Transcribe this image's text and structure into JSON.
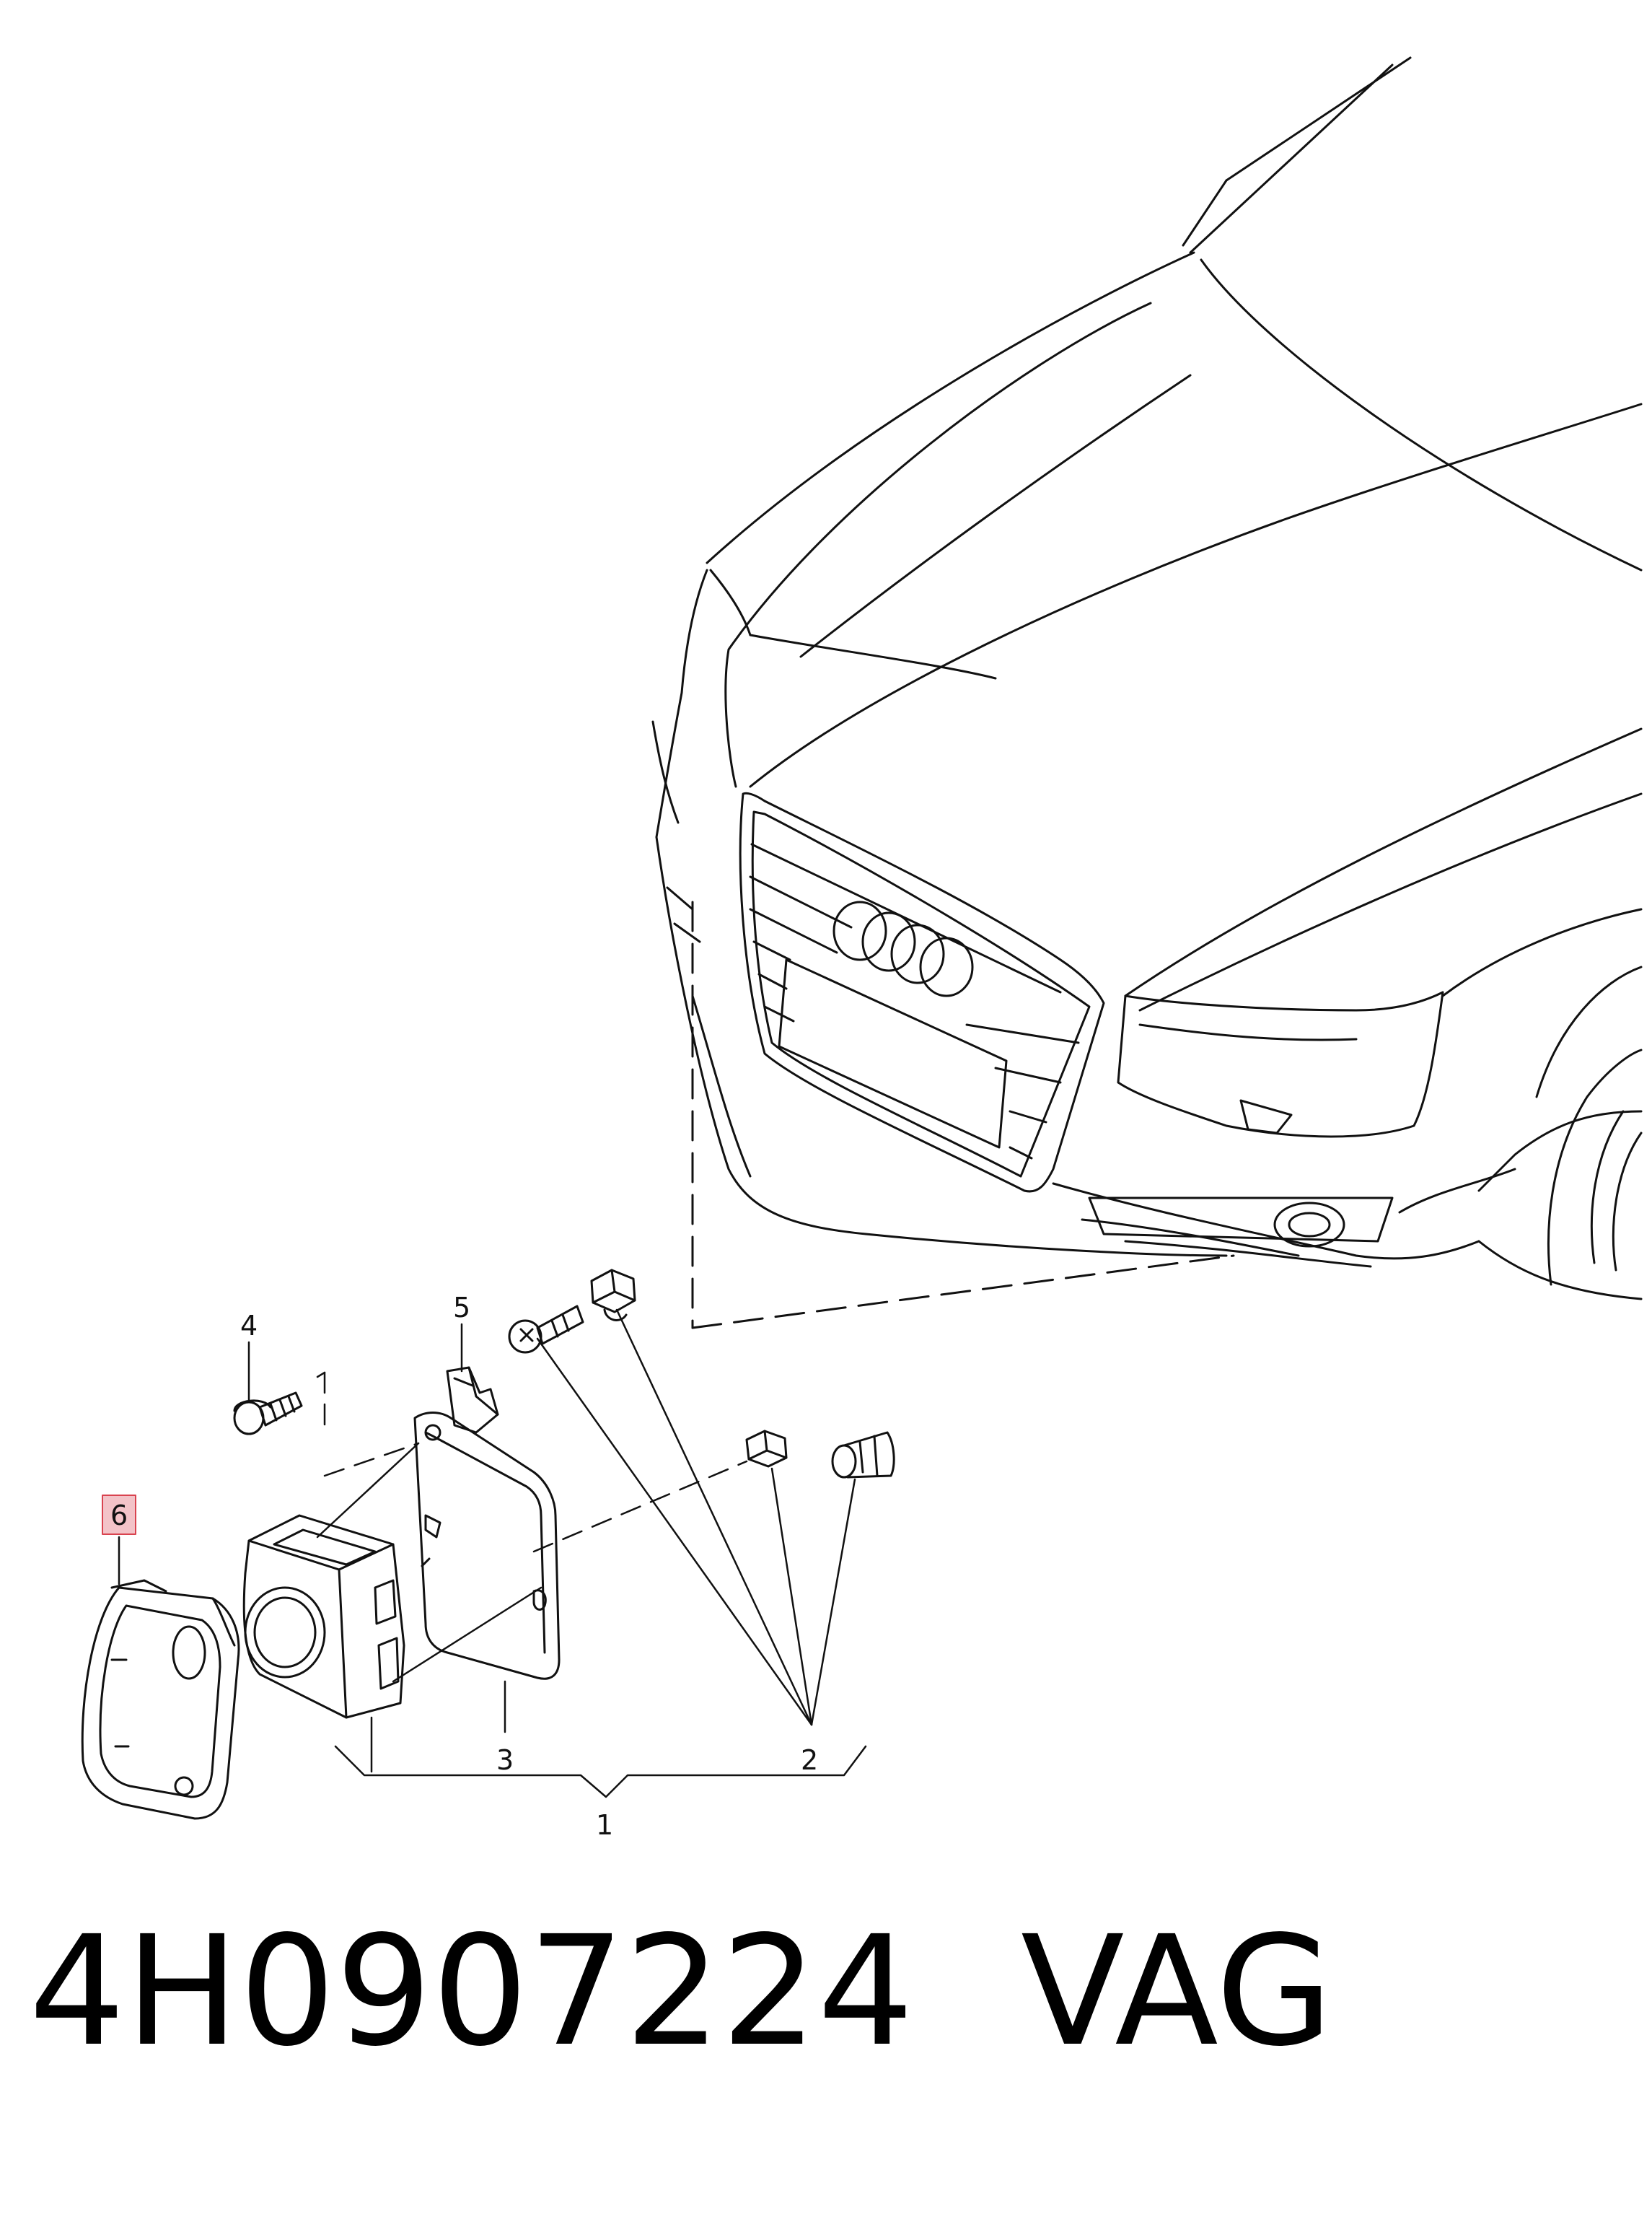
{
  "diagram": {
    "callouts": {
      "c1": "1",
      "c2": "2",
      "c3": "3",
      "c4": "4",
      "c5": "5",
      "c6": "6"
    },
    "highlight_color": "#f3c3c8",
    "highlight_border": "#d9434f",
    "line_color": "#111111"
  },
  "footer": {
    "part_number": "4H0907224",
    "brand": "VAG"
  }
}
